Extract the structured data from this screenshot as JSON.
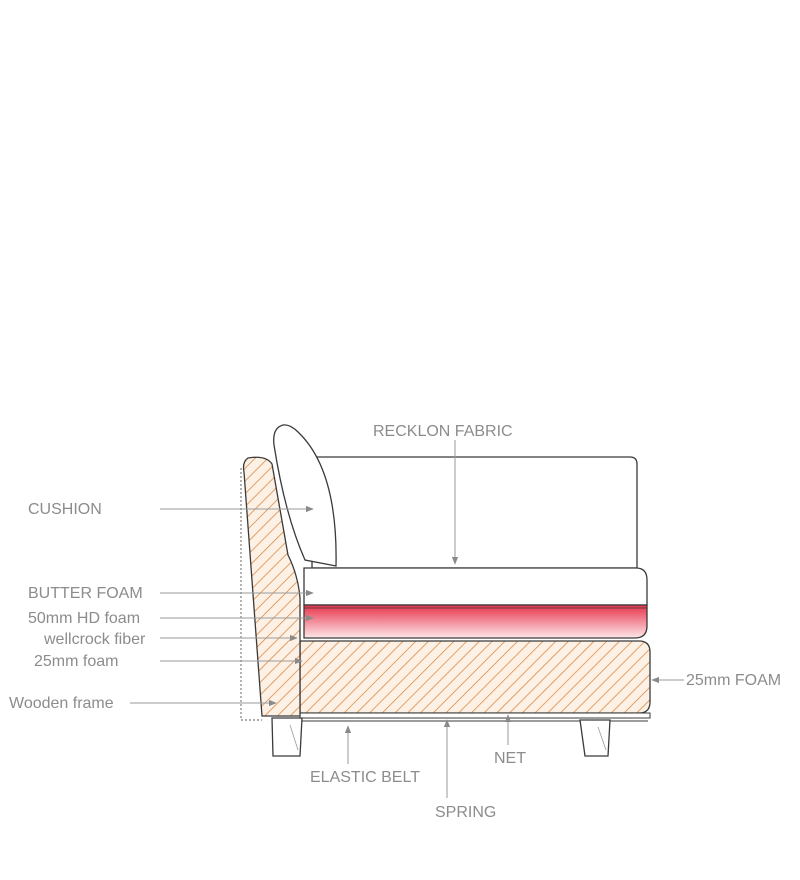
{
  "labels": {
    "recklon_fabric": "RECKLON FABRIC",
    "cushion": "CUSHION",
    "butter_foam": "BUTTER FOAM",
    "hd_foam": "50mm HD foam",
    "wellcrock_fiber": "wellcrock fiber",
    "foam_25_lower": "25mm foam",
    "wooden_frame": "Wooden frame",
    "foam_25_upper": "25mm FOAM",
    "elastic_belt": "ELASTIC BELT",
    "net": "NET",
    "spring": "SPRING"
  },
  "colors": {
    "outline": "#3a3a3a",
    "hatch": "#d98c4a",
    "hatch_bg": "#fdf1e6",
    "hd_foam_top": "#e8334a",
    "hd_foam_bottom": "#fde7ea",
    "label": "#8c8c8c",
    "leader": "#9a9a9a"
  }
}
